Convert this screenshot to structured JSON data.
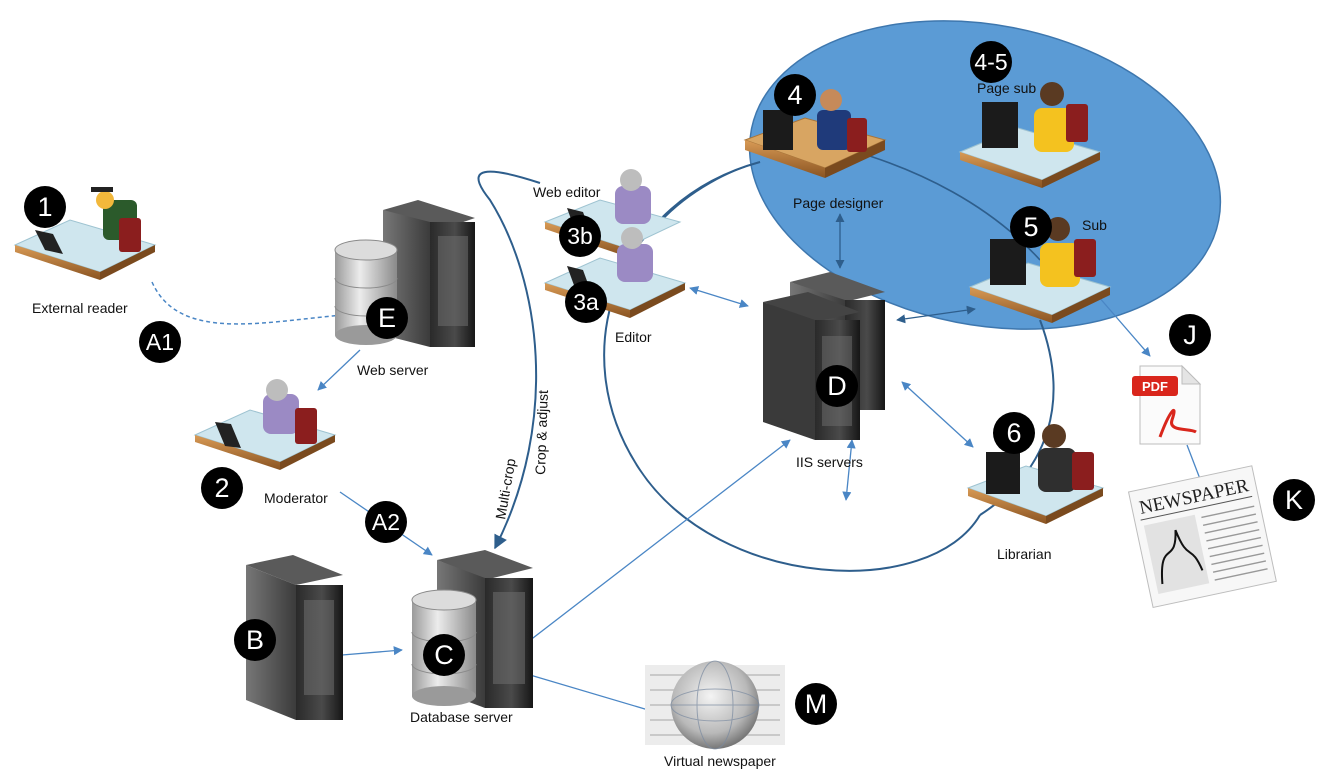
{
  "nodes": {
    "external_reader": {
      "badge": "1",
      "label": "External reader"
    },
    "moderator": {
      "badge": "2",
      "label": "Moderator"
    },
    "editor": {
      "badge": "3a",
      "label": "Editor"
    },
    "web_editor": {
      "badge": "3b",
      "label": "Web editor"
    },
    "page_designer": {
      "badge": "4",
      "label": "Page designer"
    },
    "page_sub": {
      "badge": "4-5",
      "label": "Page sub"
    },
    "sub": {
      "badge": "5",
      "label": "Sub"
    },
    "librarian": {
      "badge": "6",
      "label": "Librarian"
    },
    "web_server": {
      "badge": "E",
      "label": "Web server"
    },
    "server_b": {
      "badge": "B"
    },
    "database_server": {
      "badge": "C",
      "label": "Database server"
    },
    "iis_servers": {
      "badge": "D",
      "label": "IIS servers"
    },
    "pdf": {
      "badge": "J",
      "icon_text": "PDF"
    },
    "newspaper": {
      "badge": "K",
      "masthead": "NEWSPAPER"
    },
    "virtual_newspaper": {
      "badge": "M",
      "label": "Virtual newspaper"
    }
  },
  "flows": {
    "a1": "A1",
    "a2": "A2",
    "multi_crop": "Multi-crop",
    "crop_adjust": "Crop & adjust"
  },
  "colors": {
    "ellipse_fill": "#5B9BD5",
    "ellipse_stroke": "#3E77AE",
    "arrow": "#4A86C5",
    "loop": "#2E5E8C",
    "badge": "#000000",
    "desk_top": "#CFE6EE",
    "desk_wood": "#B97A3C",
    "pdf_red": "#D9261C"
  }
}
